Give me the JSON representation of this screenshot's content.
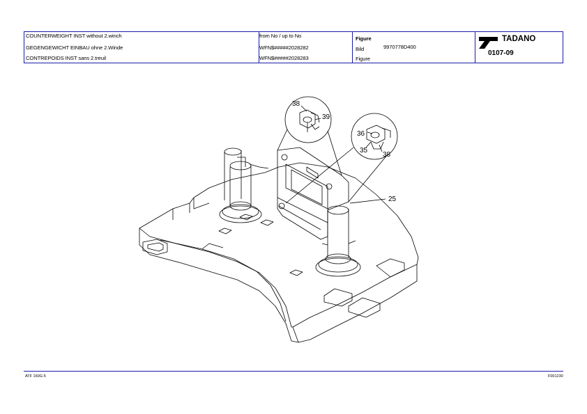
{
  "header": {
    "rows": [
      {
        "title": "COUNTERWEIGHT INST without 2.winch",
        "range": "from No / up to No",
        "fig_label": "Figure"
      },
      {
        "title": "GEGENGEWICHT EINBAU ohne 2.Winde",
        "range": "WFN$#####2028282",
        "fig_label": "Bild"
      },
      {
        "title": "CONTREPOIDS INST sans 2.treuil",
        "range": "WFN$#####2028283",
        "fig_label": "Figure"
      }
    ],
    "part_number": "9970778D400",
    "brand": "TADANO",
    "figure_number": "0107-09"
  },
  "callouts": [
    "38",
    "39",
    "36",
    "35",
    "38",
    "25"
  ],
  "footer": {
    "left": "ATF 160G-5",
    "right": "F001230"
  }
}
